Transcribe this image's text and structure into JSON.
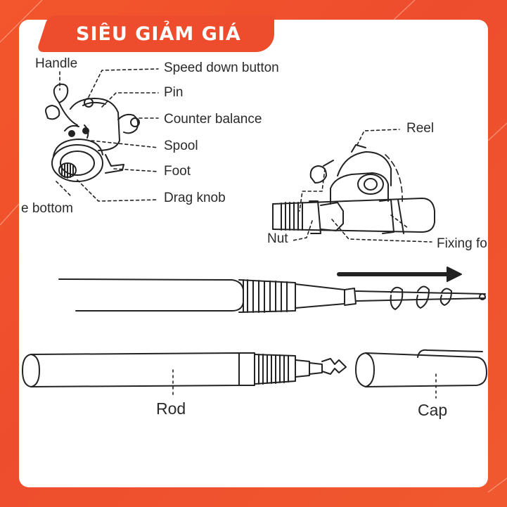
{
  "banner": {
    "text": "SIÊU GIẢM GIÁ",
    "color": "#ee4d2d"
  },
  "labels": {
    "handle": "Handle",
    "speed_down_button": "Speed down button",
    "pin": "Pin",
    "counter_balance": "Counter balance",
    "spool": "Spool",
    "foot": "Foot",
    "drag_knob": "Drag knob",
    "bottom": "e bottom",
    "reel": "Reel",
    "nut": "Nut",
    "fixing": "Fixing fo",
    "rod": "Rod",
    "cap": "Cap"
  }
}
